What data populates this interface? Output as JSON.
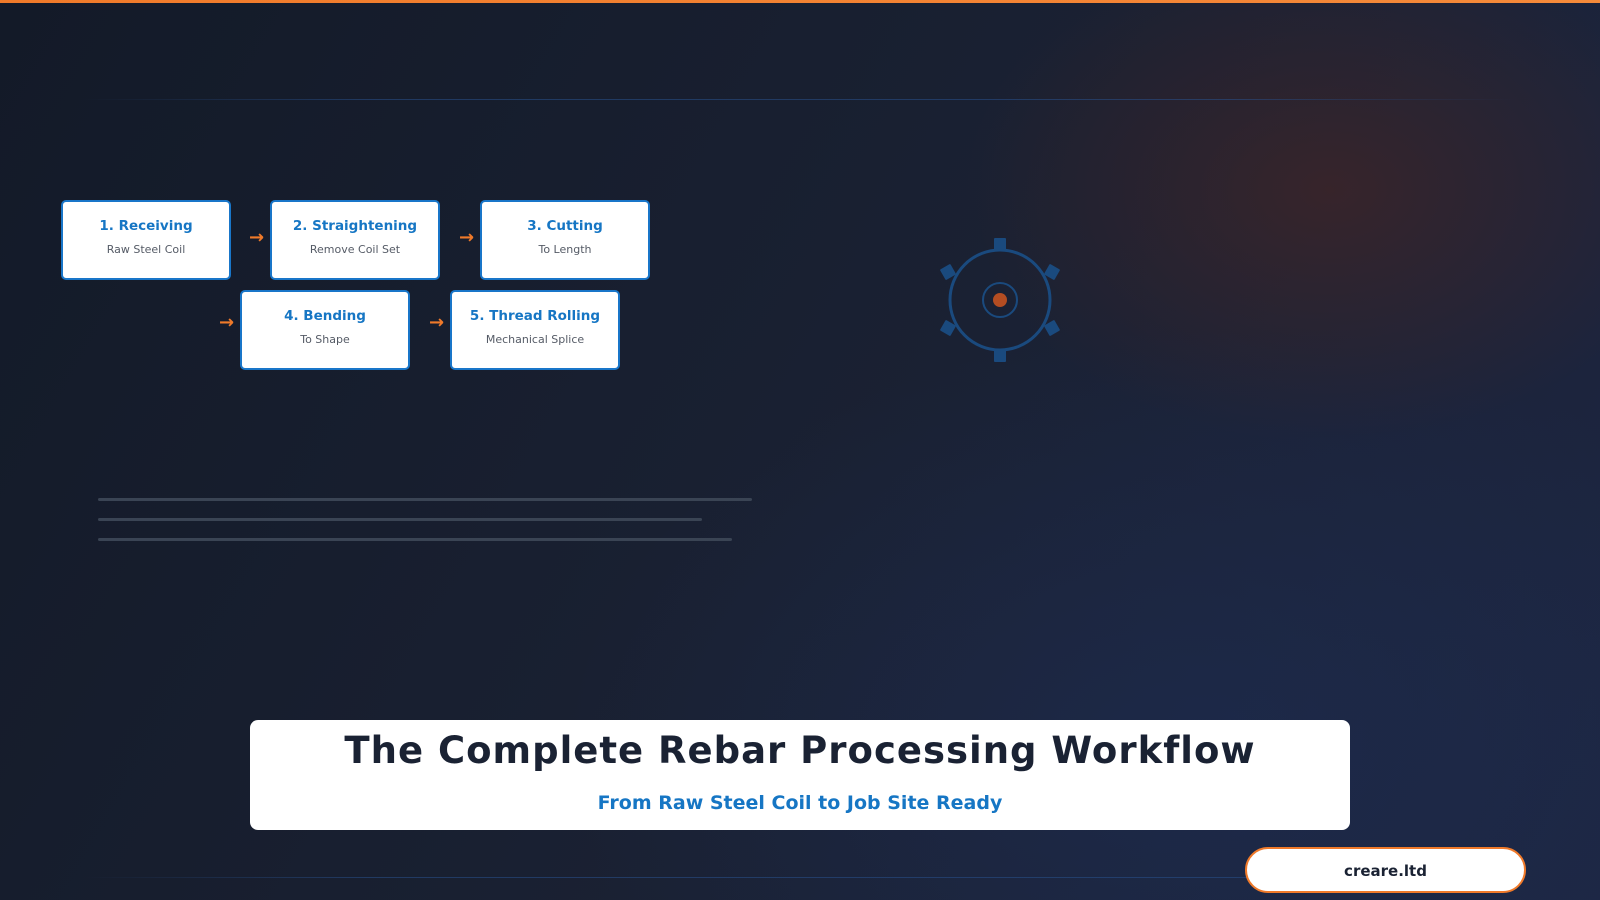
{
  "workflow": {
    "steps": [
      {
        "title": "1. Receiving",
        "subtitle": "Raw Steel Coil"
      },
      {
        "title": "2. Straightening",
        "subtitle": "Remove Coil Set"
      },
      {
        "title": "3. Cutting",
        "subtitle": "To Length"
      },
      {
        "title": "4. Bending",
        "subtitle": "To Shape"
      },
      {
        "title": "5. Thread Rolling",
        "subtitle": "Mechanical Splice"
      }
    ],
    "arrow_glyph": "→"
  },
  "header": {
    "title": "The Complete Rebar Processing Workflow",
    "subtitle": "From Raw Steel Coil to Job Site Ready"
  },
  "brand": {
    "label": "creare.ltd"
  },
  "colors": {
    "accent": "#f07a2a",
    "primary_blue": "#1676c4",
    "background_dark": "#161d2d",
    "gear_blue": "#1a4a7e"
  },
  "icons": [
    "gear-icon",
    "right-arrow-icon"
  ]
}
